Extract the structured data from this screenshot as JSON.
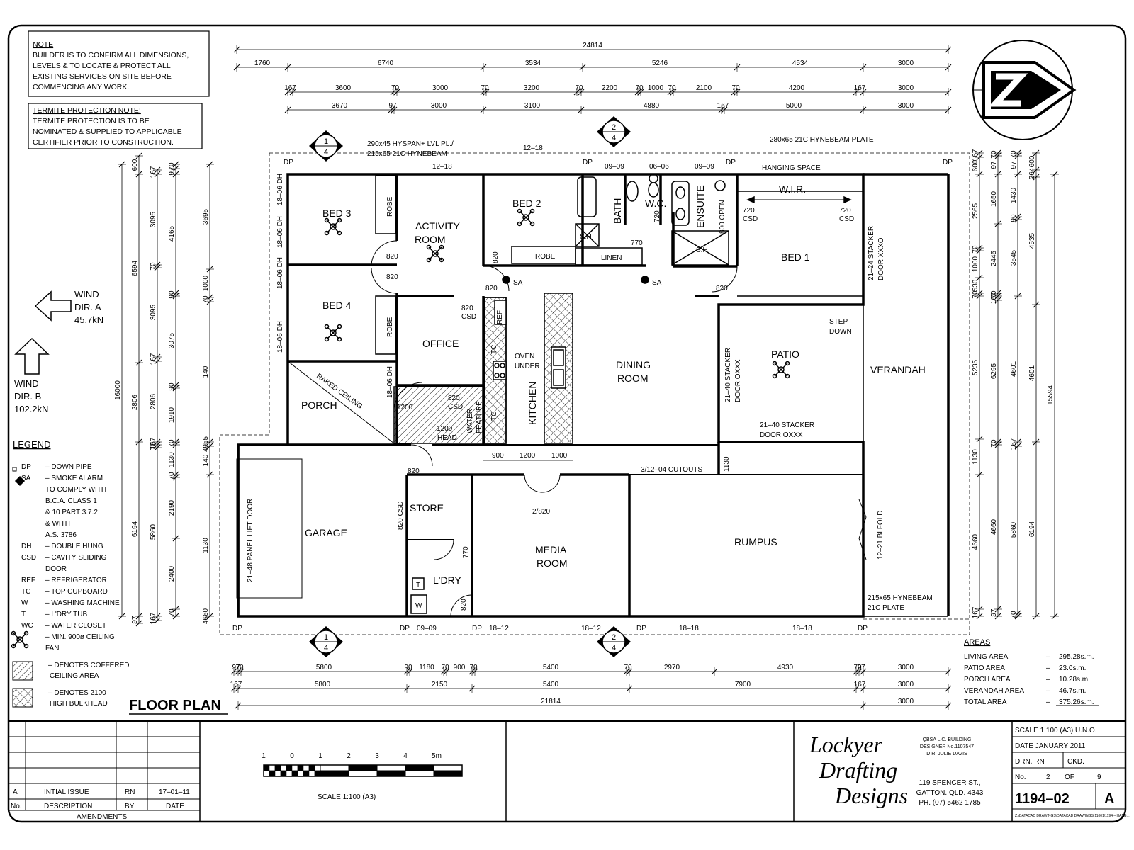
{
  "notes": {
    "note_title": "NOTE",
    "note_lines": [
      "BUILDER IS TO CONFIRM ALL DIMENSIONS,",
      "LEVELS & TO LOCATE & PROTECT ALL",
      "EXISTING SERVICES ON SITE BEFORE",
      "COMMENCING ANY WORK."
    ],
    "termite_title": "TERMITE PROTECTION NOTE:",
    "termite_lines": [
      "TERMITE PROTECTION IS TO BE",
      "NOMINATED & SUPPLIED TO APPLICABLE",
      "CERTIFIER PRIOR TO CONSTRUCTION."
    ]
  },
  "wind": {
    "a": [
      "WIND",
      "DIR. A",
      "45.7kN"
    ],
    "b": [
      "WIND",
      "DIR. B",
      "102.2kN"
    ]
  },
  "legend": {
    "title": "LEGEND",
    "items": [
      [
        "DP",
        "– DOWN PIPE"
      ],
      [
        "SA",
        "– SMOKE ALARM"
      ],
      [
        "",
        "TO COMPLY WITH"
      ],
      [
        "",
        "B.C.A. CLASS 1"
      ],
      [
        "",
        "& 10 PART 3.7.2"
      ],
      [
        "",
        "& WITH"
      ],
      [
        "",
        "A.S. 3786"
      ],
      [
        "DH",
        "– DOUBLE HUNG"
      ],
      [
        "CSD",
        "– CAVITY SLIDING"
      ],
      [
        "",
        "DOOR"
      ],
      [
        "REF",
        "– REFRIGERATOR"
      ],
      [
        "TC",
        "– TOP CUPBOARD"
      ],
      [
        "W",
        "– WASHING MACHINE"
      ],
      [
        "T",
        "– L'DRY TUB"
      ],
      [
        "WC",
        "– WATER CLOSET"
      ],
      [
        "",
        "– MIN. 900ø CEILING"
      ],
      [
        "",
        "FAN"
      ]
    ],
    "coffered": [
      "– DENOTES COFFERED",
      "CEILING AREA"
    ],
    "bulkhead": [
      "– DENOTES 2100",
      "HIGH BULKHEAD"
    ]
  },
  "floor_plan_title": "FLOOR PLAN",
  "rooms": {
    "bed3": "BED 3",
    "activity": [
      "ACTIVITY",
      "ROOM"
    ],
    "bed2": "BED 2",
    "bath": "BATH",
    "wc": "W.C.",
    "ensuite": "ENSUITE",
    "wir": "W.I.R.",
    "bed1": "BED 1",
    "bed4": "BED 4",
    "office": "OFFICE",
    "dining": [
      "DINING",
      "ROOM"
    ],
    "kitchen": "KITCHEN",
    "patio": "PATIO",
    "verandah": "VERANDAH",
    "porch": "PORCH",
    "garage": "GARAGE",
    "store": "STORE",
    "media": [
      "MEDIA",
      "ROOM"
    ],
    "rumpus": "RUMPUS",
    "laundry": "L'DRY"
  },
  "labels": {
    "robe": "ROBE",
    "linen": "LINEN",
    "hanging": "HANGING SPACE",
    "raked": "RAKED CEILING",
    "oven": [
      "OVEN",
      "UNDER"
    ],
    "water": [
      "WATER",
      "FEATURE"
    ],
    "head": [
      "1200",
      "HEAD"
    ],
    "cutouts": "3/12–04 CUTOUTS",
    "lift_door": "21–48 PANEL LIFT DOOR",
    "stacker_bed1": [
      "21–24 STACKER",
      "DOOR XXXO"
    ],
    "stacker_patio_v": [
      "21–40 STACKER",
      "DOOR OXXX"
    ],
    "stacker_patio_h": [
      "21–40 STACKER",
      "DOOR OXXX"
    ],
    "step": [
      "STEP",
      "DOWN"
    ],
    "bifold": "12–21 BI FOLD",
    "hynebeam_bottom": [
      "215x65 HYNEBEAM",
      "21C PLATE"
    ],
    "hyspan": [
      "290x45 HYSPAN+ LVL PL./",
      "215x65 21C HYNEBEAM"
    ],
    "hynebeam_top": "280x65 21C HYNEBEAM PLATE",
    "dp": "DP",
    "sa": "SA",
    "sh": "S.H",
    "open": "800 OPEN",
    "twoeight": "2/820",
    "win_1806": "18–06 DH",
    "win_1218": "12–18",
    "win_0909": "09–09",
    "win_0606": "06–06",
    "win_1812": "18–12",
    "win_1818": "18–18",
    "d820": "820",
    "d820csd": [
      "820",
      "CSD"
    ],
    "d720csd": [
      "720",
      "CSD"
    ],
    "d770": "770",
    "d1200": "1200",
    "d720": "720",
    "d820csd_v": "820 CSD",
    "ref": "REF",
    "tc": "TC",
    "t": "T",
    "w": "W",
    "d1130": "1130",
    "k900": "900",
    "k1200": "1200",
    "k1000": "1000"
  },
  "dims": {
    "top_overall": "24814",
    "top_row1": [
      "1760",
      "6740",
      "3534",
      "5246",
      "4534",
      "3000"
    ],
    "top_row2": [
      "167",
      "3600",
      "70",
      "3000",
      "70",
      "3200",
      "70",
      "2200",
      "70",
      "1000",
      "70",
      "2100",
      "70",
      "4200",
      "167",
      "3000"
    ],
    "top_row3": [
      "3670",
      "97",
      "3000",
      "3100",
      "4880",
      "167",
      "5000",
      "3000"
    ],
    "bottom_row1": [
      "97",
      "70",
      "5800",
      "90",
      "1180",
      "70",
      "900",
      "70",
      "5400",
      "70",
      "2970",
      "4930",
      "70",
      "97",
      "3000"
    ],
    "bottom_row2": [
      "167",
      "5800",
      "2150",
      "5400",
      "7900",
      "167",
      "3000"
    ],
    "bottom_overall": [
      "21814",
      "3000"
    ],
    "left_overall": "16000",
    "left_a": [
      "600",
      "6594",
      "2806",
      "6194",
      "97"
    ],
    "left_b": [
      "167",
      "3095",
      "70",
      "3095",
      "167",
      "2806",
      "167",
      "70",
      "5860",
      "167"
    ],
    "left_c": [
      "70",
      "97",
      "4165",
      "90",
      "3075",
      "90",
      "1910",
      "70",
      "1130",
      "70",
      "2190",
      "2400",
      "70"
    ],
    "left_d": [
      "3695",
      "1000",
      "70",
      "140",
      "4955",
      "140",
      "1130",
      "4660"
    ],
    "right_a": [
      "167",
      "600",
      "2565",
      "70",
      "1000",
      "530",
      "70",
      "5235",
      "1130",
      "4660",
      "167"
    ],
    "right_b": [
      "70",
      "97",
      "1650",
      "2445",
      "70",
      "167",
      "6295",
      "70",
      "4660",
      "97"
    ],
    "right_c": [
      "70",
      "97",
      "1430",
      "90",
      "3545",
      "4601",
      "167",
      "5860",
      "70"
    ],
    "right_d": [
      "600",
      "264",
      "4535",
      "4601",
      "6194"
    ],
    "right_overall": "15594"
  },
  "sections": {
    "s1_top": [
      "1",
      "4"
    ],
    "s2_top": [
      "2",
      "4"
    ],
    "s1_bottom": [
      "1",
      "4"
    ],
    "s2_bottom": [
      "2",
      "4"
    ]
  },
  "areas": {
    "title": "AREAS",
    "rows": [
      [
        "LIVING AREA",
        "–",
        "295.28s.m."
      ],
      [
        "PATIO AREA",
        "–",
        "23.0s.m."
      ],
      [
        "PORCH AREA",
        "–",
        "10.28s.m."
      ],
      [
        "VERANDAH AREA",
        "–",
        "46.7s.m."
      ],
      [
        "TOTAL AREA",
        "–",
        "375.26s.m."
      ]
    ]
  },
  "titleblock": {
    "amend_row": [
      "A",
      "INTIAL ISSUE",
      "RN",
      "17–01–11"
    ],
    "amend_head": [
      "No.",
      "DESCRIPTION",
      "BY",
      "DATE"
    ],
    "amend_caption": "AMENDMENTS",
    "scale_ticks": [
      "1",
      "0",
      "1",
      "2",
      "3",
      "4",
      "5m"
    ],
    "scale_caption": "SCALE 1:100 (A3)",
    "logo": [
      "Lockyer",
      "Drafting",
      "Designs"
    ],
    "qbsa": [
      "QBSA LIC. BUILDING",
      "DESIGNER No.1107547",
      "DIR. JULIE DAVIS"
    ],
    "address": [
      "119 SPENCER ST.,",
      "GATTON. QLD. 4343",
      "PH. (07) 5462 1785"
    ],
    "scale": "SCALE   1:100 (A3)  U.N.O.",
    "date": "DATE   JANUARY 2011",
    "drn": "DRN.   RN",
    "ckd": "CKD.",
    "no": [
      "No.",
      "2",
      "OF",
      "9"
    ],
    "drawing_no": "1194–02",
    "rev": "A",
    "path": "Z:\\DATACAD DRAWINGS\\DATACAD DRAWINGS 11001\\1194 – HANS..."
  }
}
